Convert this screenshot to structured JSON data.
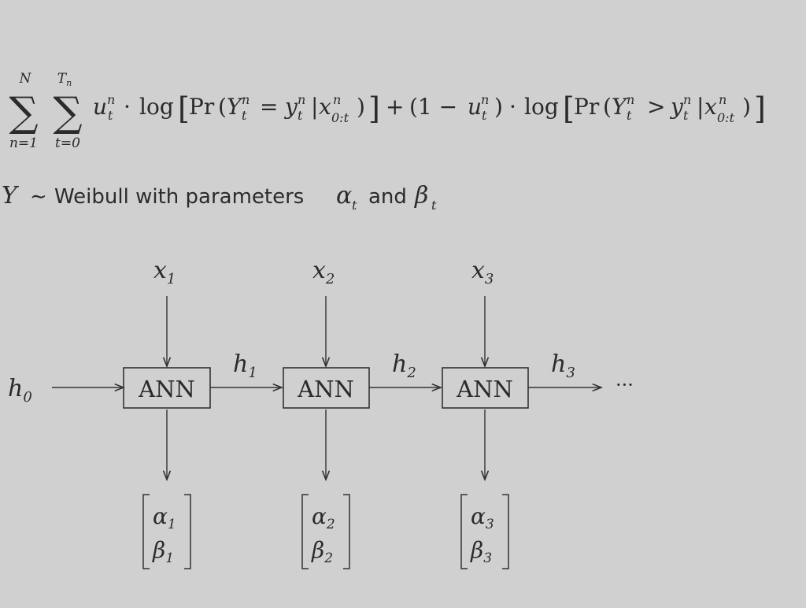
{
  "formula": {
    "sum_outer_upper": "N",
    "sum_outer_lower": "n=1",
    "sum_inner_upper": "T",
    "sum_inner_upper_sub": "n",
    "sum_inner_lower": "t=0",
    "sigma": "∑",
    "u": "u",
    "sup_n": "n",
    "sub_t": "t",
    "sub_range": "0:t",
    "dot": "·",
    "log": "log",
    "pr": "Pr",
    "Y": "Y",
    "y": "y",
    "x": "x",
    "eq": "=",
    "gt": ">",
    "one_minus": "(1 −",
    "plus": "+",
    "lbrack": "[",
    "rbrack": "]",
    "lparen": "(",
    "rparen": ")",
    "rparen_close": ")",
    "bar": "|"
  },
  "distribution": {
    "var": "Y",
    "tilde": "∼",
    "text": "Weibull with parameters",
    "alpha": "α",
    "beta": "β",
    "sub": "t",
    "and": "and"
  },
  "diagram": {
    "h0": "h",
    "h0_sub": "0",
    "cells": [
      {
        "input": "x",
        "input_sub": "1",
        "label": "ANN",
        "hidden": "h",
        "hidden_sub": "1",
        "alpha": "α",
        "alpha_sub": "1",
        "beta": "β",
        "beta_sub": "1"
      },
      {
        "input": "x",
        "input_sub": "2",
        "label": "ANN",
        "hidden": "h",
        "hidden_sub": "2",
        "alpha": "α",
        "alpha_sub": "2",
        "beta": "β",
        "beta_sub": "2"
      },
      {
        "input": "x",
        "input_sub": "3",
        "label": "ANN",
        "hidden": "h",
        "hidden_sub": "3",
        "alpha": "α",
        "alpha_sub": "3",
        "beta": "β",
        "beta_sub": "3"
      }
    ],
    "ellipsis": "···"
  }
}
